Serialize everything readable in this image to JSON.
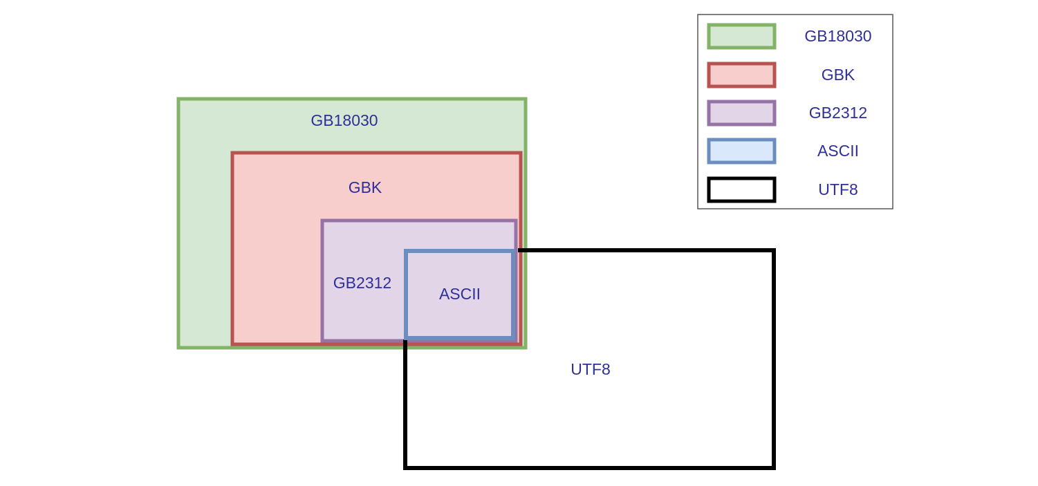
{
  "diagram": {
    "sets": [
      {
        "id": "gb18030",
        "label": "GB18030",
        "fill": "#d5e8d4",
        "stroke": "#82b366"
      },
      {
        "id": "gbk",
        "label": "GBK",
        "fill": "#f8cecc",
        "stroke": "#b85450"
      },
      {
        "id": "gb2312",
        "label": "GB2312",
        "fill": "#e1d5e7",
        "stroke": "#9673a6"
      },
      {
        "id": "ascii",
        "label": "ASCII",
        "fill": "#dae8fc",
        "stroke": "#6c8ebf"
      },
      {
        "id": "utf8",
        "label": "UTF8",
        "fill": "none",
        "stroke": "#000000"
      }
    ],
    "text_color": "#2f2f9a"
  },
  "legend": {
    "items": [
      {
        "label": "GB18030",
        "fill": "#d5e8d4",
        "stroke": "#82b366"
      },
      {
        "label": "GBK",
        "fill": "#f8cecc",
        "stroke": "#b85450"
      },
      {
        "label": "GB2312",
        "fill": "#e1d5e7",
        "stroke": "#9673a6"
      },
      {
        "label": "ASCII",
        "fill": "#dae8fc",
        "stroke": "#6c8ebf"
      },
      {
        "label": "UTF8",
        "fill": "#ffffff",
        "stroke": "#000000"
      }
    ]
  }
}
